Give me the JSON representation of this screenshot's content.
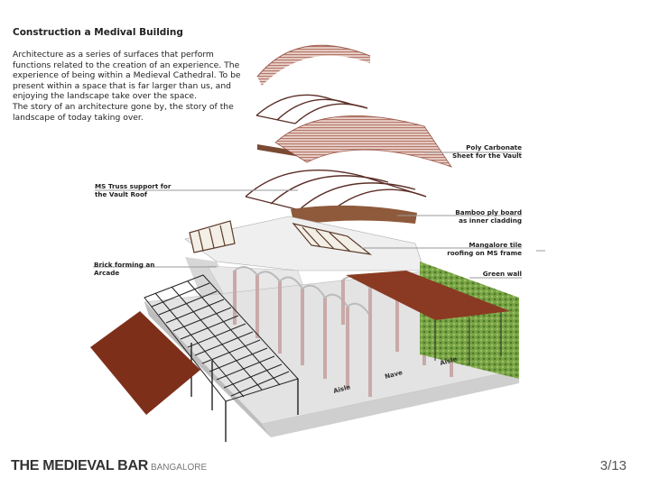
{
  "heading": "Construction a Medival Building",
  "paragraph": "Architecture as a series of surfaces that perform functions related to the creation of an experience. The experience of being within a Medieval  Cathedral. To be present within a space that is far larger than us, and enjoying the landscape take over the space.\nThe story of an architecture gone by, the story of the landscape of today taking over.",
  "labels": {
    "poly_carbonate": [
      "Poly Carbonate",
      "Sheet for the Vault"
    ],
    "ms_truss": [
      "MS Truss support for",
      "the Vault Roof"
    ],
    "bamboo": [
      "Bamboo ply board",
      "as inner cladding"
    ],
    "mangalore": [
      "Mangalore tile",
      "roofing on MS frame"
    ],
    "green_wall": [
      "Green wall"
    ],
    "brick": [
      "Brick forming an",
      "Arcade"
    ]
  },
  "floor_labels": {
    "aisle_left": "Aisle",
    "nave": "Nave",
    "aisle_right": "Aisle"
  },
  "footer": {
    "title": "THE MEDIEVAL BAR",
    "subtitle": "BANGALORE",
    "page": "3/13"
  },
  "colors": {
    "vault": "#b5786a",
    "roof": "#8a3a22",
    "green_wall": "#6f9a3e",
    "floor": "#e2e2e2"
  }
}
